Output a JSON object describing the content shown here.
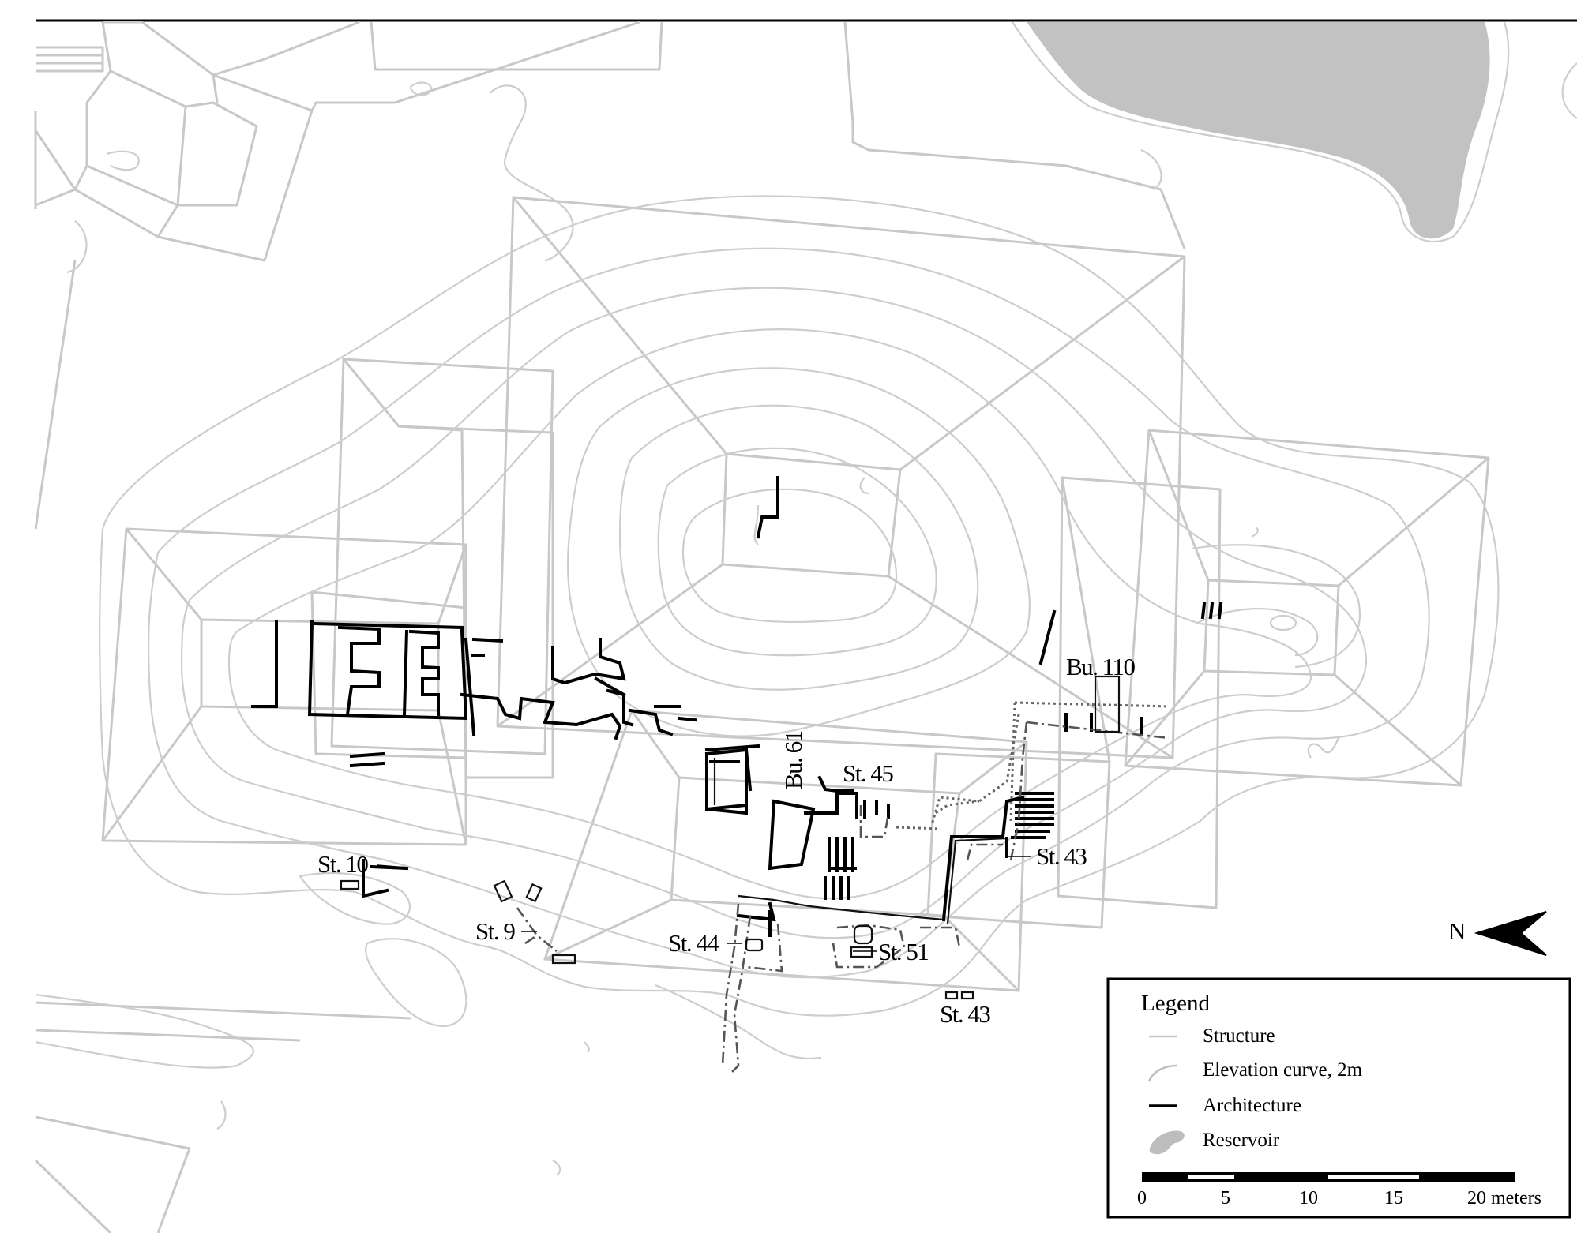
{
  "labels": {
    "bu110": "Bu. 110",
    "bu61": "Bu. 61",
    "st45": "St. 45",
    "st43a": "St. 43",
    "st43b": "St. 43",
    "st10": "St. 10",
    "st9": "St. 9",
    "st44": "St. 44",
    "st51": "St. 51",
    "north": "N"
  },
  "legend": {
    "title": "Legend",
    "items": [
      {
        "label": "Structure",
        "icon": "structure-line-icon"
      },
      {
        "label": "Elevation curve, 2m",
        "icon": "elevation-curve-icon"
      },
      {
        "label": "Architecture",
        "icon": "architecture-line-icon"
      },
      {
        "label": "Reservoir",
        "icon": "reservoir-blob-icon"
      }
    ],
    "scale": {
      "ticks": [
        "0",
        "5",
        "10",
        "15",
        "20 meters"
      ]
    }
  },
  "colors": {
    "structure": "#c8c8c8",
    "contour": "#cdcdcd",
    "architecture": "#000000",
    "reservoir": "#c2c2c2"
  }
}
